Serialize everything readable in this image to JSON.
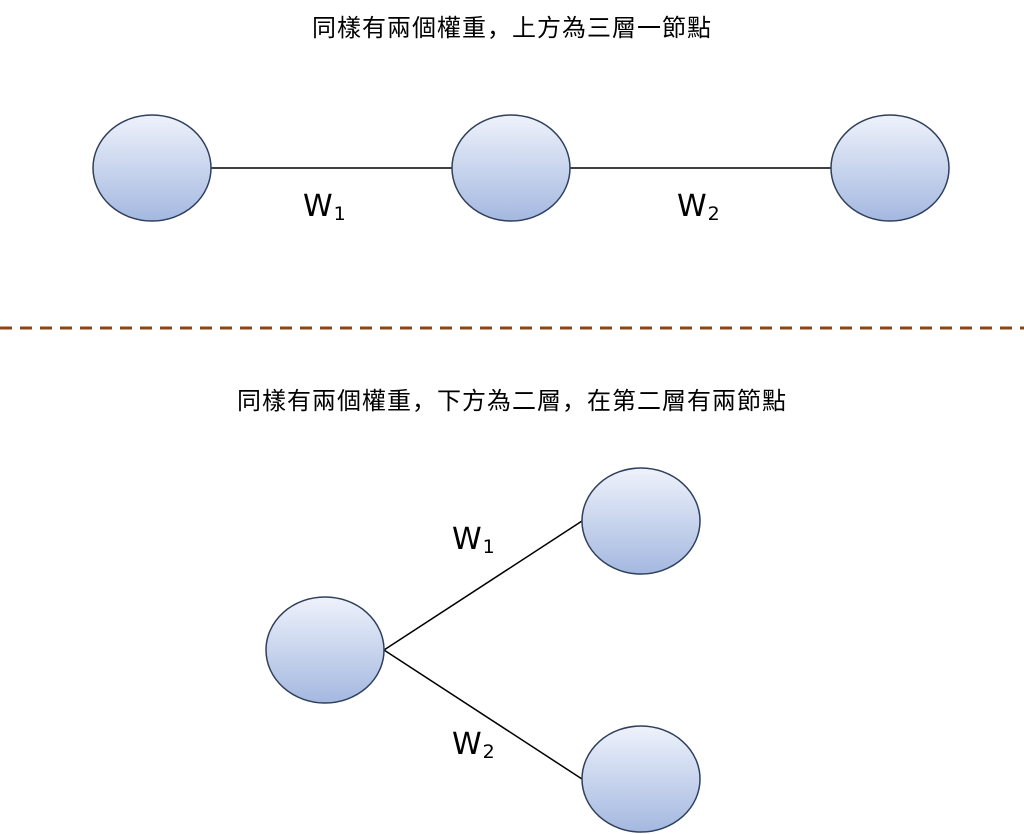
{
  "captions": {
    "top": "同樣有兩個權重，上方為三層一節點",
    "bottom": "同樣有兩個權重，下方為二層，在第二層有兩節點"
  },
  "top_diagram": {
    "weights": [
      {
        "letter": "W",
        "sub": "1"
      },
      {
        "letter": "W",
        "sub": "2"
      }
    ]
  },
  "bottom_diagram": {
    "weights": [
      {
        "letter": "W",
        "sub": "1"
      },
      {
        "letter": "W",
        "sub": "2"
      }
    ]
  },
  "colors": {
    "node_fill_top": "#eef2fb",
    "node_fill_bottom": "#a4b8e0",
    "node_stroke": "#2f3f5c",
    "edge": "#000000",
    "divider": "#8b4513"
  }
}
